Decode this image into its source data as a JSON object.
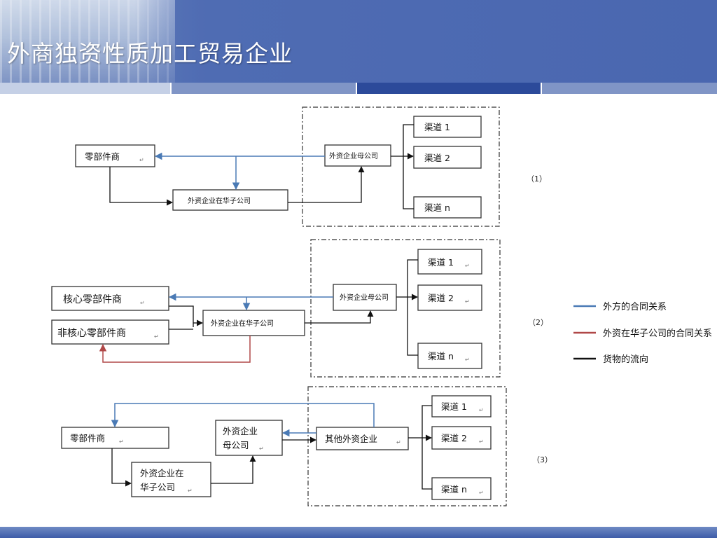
{
  "title": "外商独资性质加工贸易企业",
  "colors": {
    "header_blue": "#4a67b0",
    "contract_foreign": "#4a7ab5",
    "contract_subsidiary": "#b04848",
    "goods_flow": "#111111"
  },
  "diagram1": {
    "supplier": "零部件商",
    "subsidiary": "外资企业在华子公司",
    "parent": "外资企业母公司",
    "channel1": "渠道 1",
    "channel2": "渠道 2",
    "channeln": "渠道 n",
    "label": "（1）"
  },
  "diagram2": {
    "core_supplier": "核心零部件商",
    "noncore_supplier": "非核心零部件商",
    "subsidiary": "外资企业在华子公司",
    "parent": "外资企业母公司",
    "channel1": "渠道 1",
    "channel2": "渠道 2",
    "channeln": "渠道 n",
    "label": "（2）"
  },
  "diagram3": {
    "supplier": "零部件商",
    "subsidiary_line1": "外资企业在",
    "subsidiary_line2": "华子公司",
    "parent_line1": "外资企业",
    "parent_line2": "母公司",
    "other": "其他外资企业",
    "channel1": "渠道 1",
    "channel2": "渠道 2",
    "channeln": "渠道 n",
    "label": "（3）"
  },
  "legend": {
    "foreign_contract": "外方的合同关系",
    "subsidiary_contract": "外资在华子公司的合同关系",
    "goods_flow": "货物的流向"
  }
}
